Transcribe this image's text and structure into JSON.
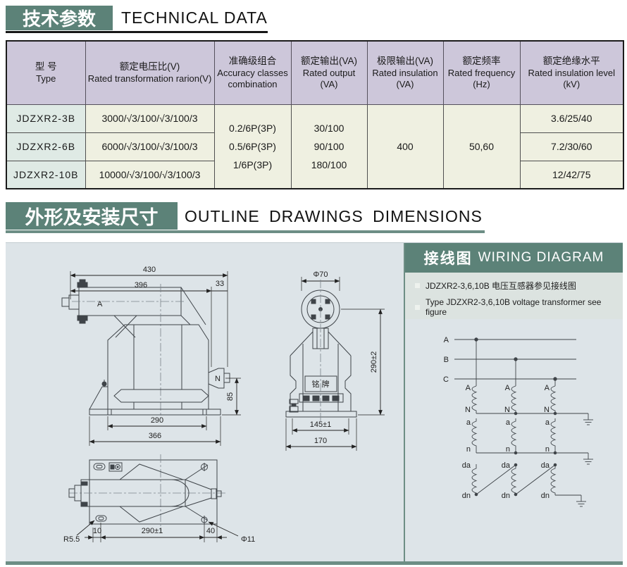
{
  "section1": {
    "title_zh": "技术参数",
    "title_en": "TECHNICAL DATA"
  },
  "table": {
    "headers": [
      {
        "zh": "型  号",
        "en": "Type"
      },
      {
        "zh": "额定电压比(V)",
        "en": "Rated transformation rarion(V)"
      },
      {
        "zh": "准确级组合",
        "en": "Accuracy classes combination"
      },
      {
        "zh": "额定输出(VA)",
        "en": "Rated output (VA)"
      },
      {
        "zh": "极限输出(VA)",
        "en": "Rated insulation (VA)"
      },
      {
        "zh": "额定频率",
        "en": "Rated frequency (Hz)"
      },
      {
        "zh": "额定绝缘水平",
        "en": "Rated insulation level (kV)"
      }
    ],
    "rows": [
      {
        "type": "JDZXR2-3B",
        "ratio": "3000/√3/100/√3/100/3",
        "insulation_level": "3.6/25/40"
      },
      {
        "type": "JDZXR2-6B",
        "ratio": "6000/√3/100/√3/100/3",
        "insulation_level": "7.2/30/60"
      },
      {
        "type": "JDZXR2-10B",
        "ratio": "10000/√3/100/√3/100/3",
        "insulation_level": "12/42/75"
      }
    ],
    "merged": {
      "accuracy_lines": [
        "0.2/6P(3P)",
        "0.5/6P(3P)",
        "1/6P(3P)"
      ],
      "rated_output_lines": [
        "30/100",
        "90/100",
        "180/100"
      ],
      "limit_output": "400",
      "frequency": "50,60"
    }
  },
  "section2": {
    "title_zh": "外形及安装尺寸",
    "title_en": "OUTLINE  DRAWINGS  DIMENSIONS"
  },
  "wiring": {
    "title_zh": "接线图",
    "title_en": "WIRING DIAGRAM",
    "notes": [
      "JDZXR2-3,6,10B  电压互感器参见接线图",
      "Type JDZXR2-3,6,10B  voltage transformer see figure"
    ],
    "bus_labels": [
      "A",
      "B",
      "C"
    ],
    "coil_labels": {
      "primary_top": "A",
      "primary_bottom": "N",
      "secondary_top": "a",
      "secondary_bottom": "n",
      "tertiary_top": "da",
      "tertiary_bottom": "dn"
    }
  },
  "drawings": {
    "front": {
      "dim_430": "430",
      "dim_396": "396",
      "dim_33": "33",
      "dim_85": "85",
      "dim_290": "290",
      "dim_366": "366",
      "label_a": "A",
      "label_n": "N"
    },
    "side": {
      "dim_dia70": "Φ70",
      "dim_290": "290±2",
      "dim_145": "145±1",
      "dim_170": "170",
      "nameplate": "铭 牌"
    },
    "bottom": {
      "dim_r": "R5.5",
      "dim_10": "10",
      "dim_290": "290±1",
      "dim_40": "40",
      "dim_dia11": "Φ11"
    }
  },
  "colors": {
    "accent_green": "#5c8278",
    "underline_green": "#6d8e85",
    "table_header_bg": "#cdc7da",
    "table_body_bg": "#eff0e1",
    "panel_bg": "#dde4e8"
  }
}
